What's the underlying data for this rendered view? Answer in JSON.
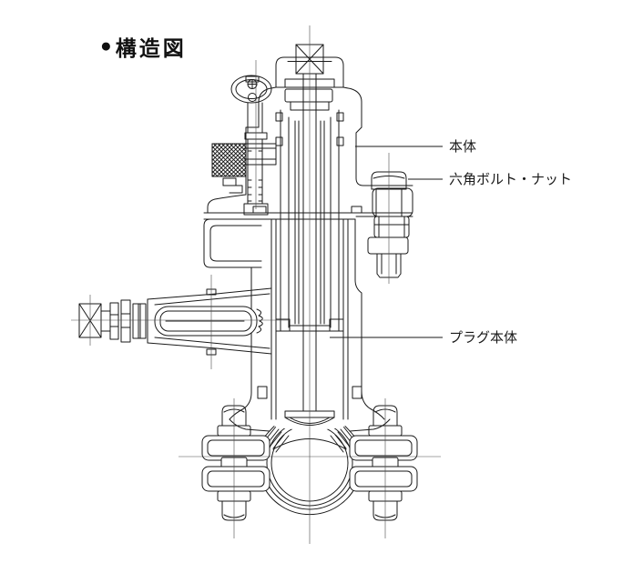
{
  "title": {
    "bullet_icon": "●",
    "text": "構造図"
  },
  "callouts": [
    {
      "id": "body",
      "label": "本体"
    },
    {
      "id": "hex-bolt-nut",
      "label": "六角ボルト・ナット"
    },
    {
      "id": "plug-body",
      "label": "プラグ本体"
    }
  ],
  "colors": {
    "line": "#1a1a1a",
    "centerline": "#4a4a4a",
    "background": "#ffffff"
  }
}
